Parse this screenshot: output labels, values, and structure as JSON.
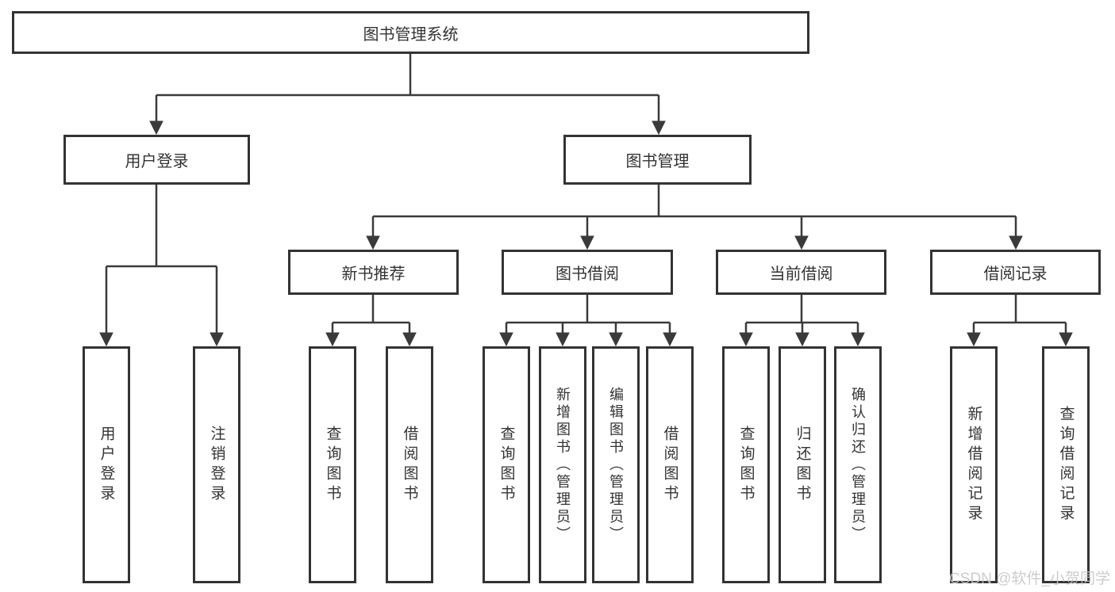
{
  "diagram": {
    "type": "tree",
    "root": {
      "label": "图书管理系统",
      "children": [
        {
          "label": "用户登录",
          "children": [
            {
              "label": "用户登录"
            },
            {
              "label": "注销登录"
            }
          ]
        },
        {
          "label": "图书管理",
          "children": [
            {
              "label": "新书推荐",
              "children": [
                {
                  "label": "查询图书"
                },
                {
                  "label": "借阅图书"
                }
              ]
            },
            {
              "label": "图书借阅",
              "children": [
                {
                  "label": "查询图书"
                },
                {
                  "label": "新增图书（管理员）"
                },
                {
                  "label": "编辑图书（管理员）"
                },
                {
                  "label": "借阅图书"
                }
              ]
            },
            {
              "label": "当前借阅",
              "children": [
                {
                  "label": "查询图书"
                },
                {
                  "label": "归还图书"
                },
                {
                  "label": "确认归还（管理员）"
                }
              ]
            },
            {
              "label": "借阅记录",
              "children": [
                {
                  "label": "新增借阅记录"
                },
                {
                  "label": "查询借阅记录"
                }
              ]
            }
          ]
        }
      ]
    },
    "colors": {
      "line": "#3a3a3a",
      "box_border": "#333333",
      "text": "#333333",
      "background": "#ffffff",
      "watermark": "#c5c5c5"
    }
  },
  "watermark": {
    "text": "CSDN @软件_小贺同学"
  }
}
